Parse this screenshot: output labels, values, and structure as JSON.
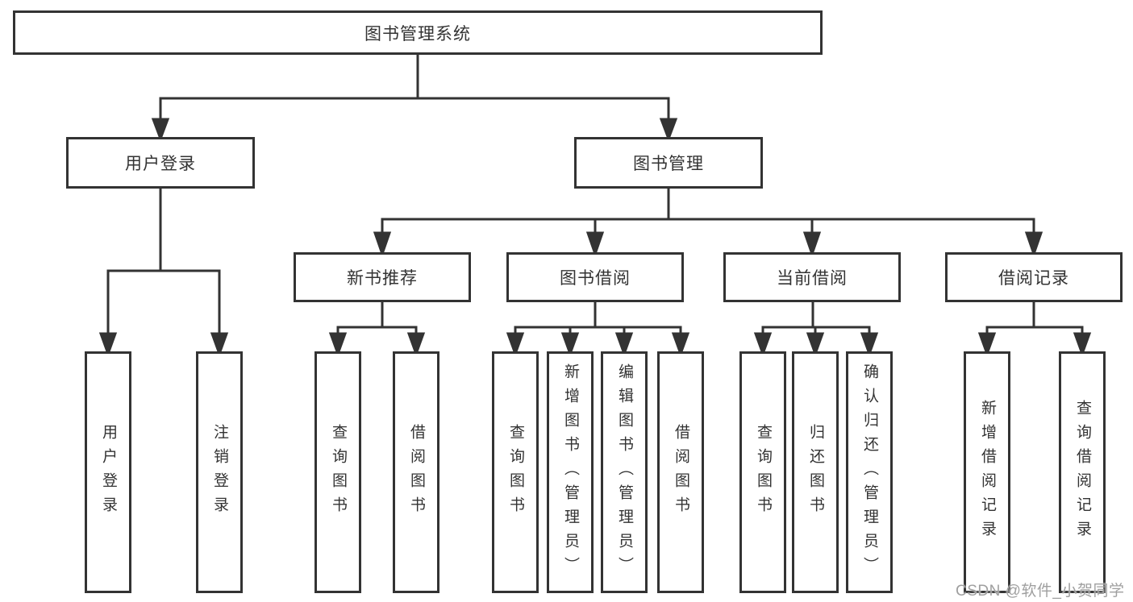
{
  "tree": {
    "label": "图书管理系统",
    "children": [
      {
        "label": "用户登录",
        "children": [
          {
            "label": "用户登录"
          },
          {
            "label": "注销登录"
          }
        ]
      },
      {
        "label": "图书管理",
        "children": [
          {
            "label": "新书推荐",
            "children": [
              {
                "label": "查询图书"
              },
              {
                "label": "借阅图书"
              }
            ]
          },
          {
            "label": "图书借阅",
            "children": [
              {
                "label": "查询图书"
              },
              {
                "label": "新增图书（管理员）"
              },
              {
                "label": "编辑图书（管理员）"
              },
              {
                "label": "借阅图书"
              }
            ]
          },
          {
            "label": "当前借阅",
            "children": [
              {
                "label": "查询图书"
              },
              {
                "label": "归还图书"
              },
              {
                "label": "确认归还（管理员）"
              }
            ]
          },
          {
            "label": "借阅记录",
            "children": [
              {
                "label": "新增借阅记录"
              },
              {
                "label": "查询借阅记录"
              }
            ]
          }
        ]
      }
    ]
  },
  "watermark": {
    "text": "CSDN @软件_小贺同学"
  },
  "colors": {
    "line": "#333333",
    "box_border": "#333333",
    "text": "#333333",
    "background": "#ffffff",
    "watermark": "#9f9f9f"
  }
}
